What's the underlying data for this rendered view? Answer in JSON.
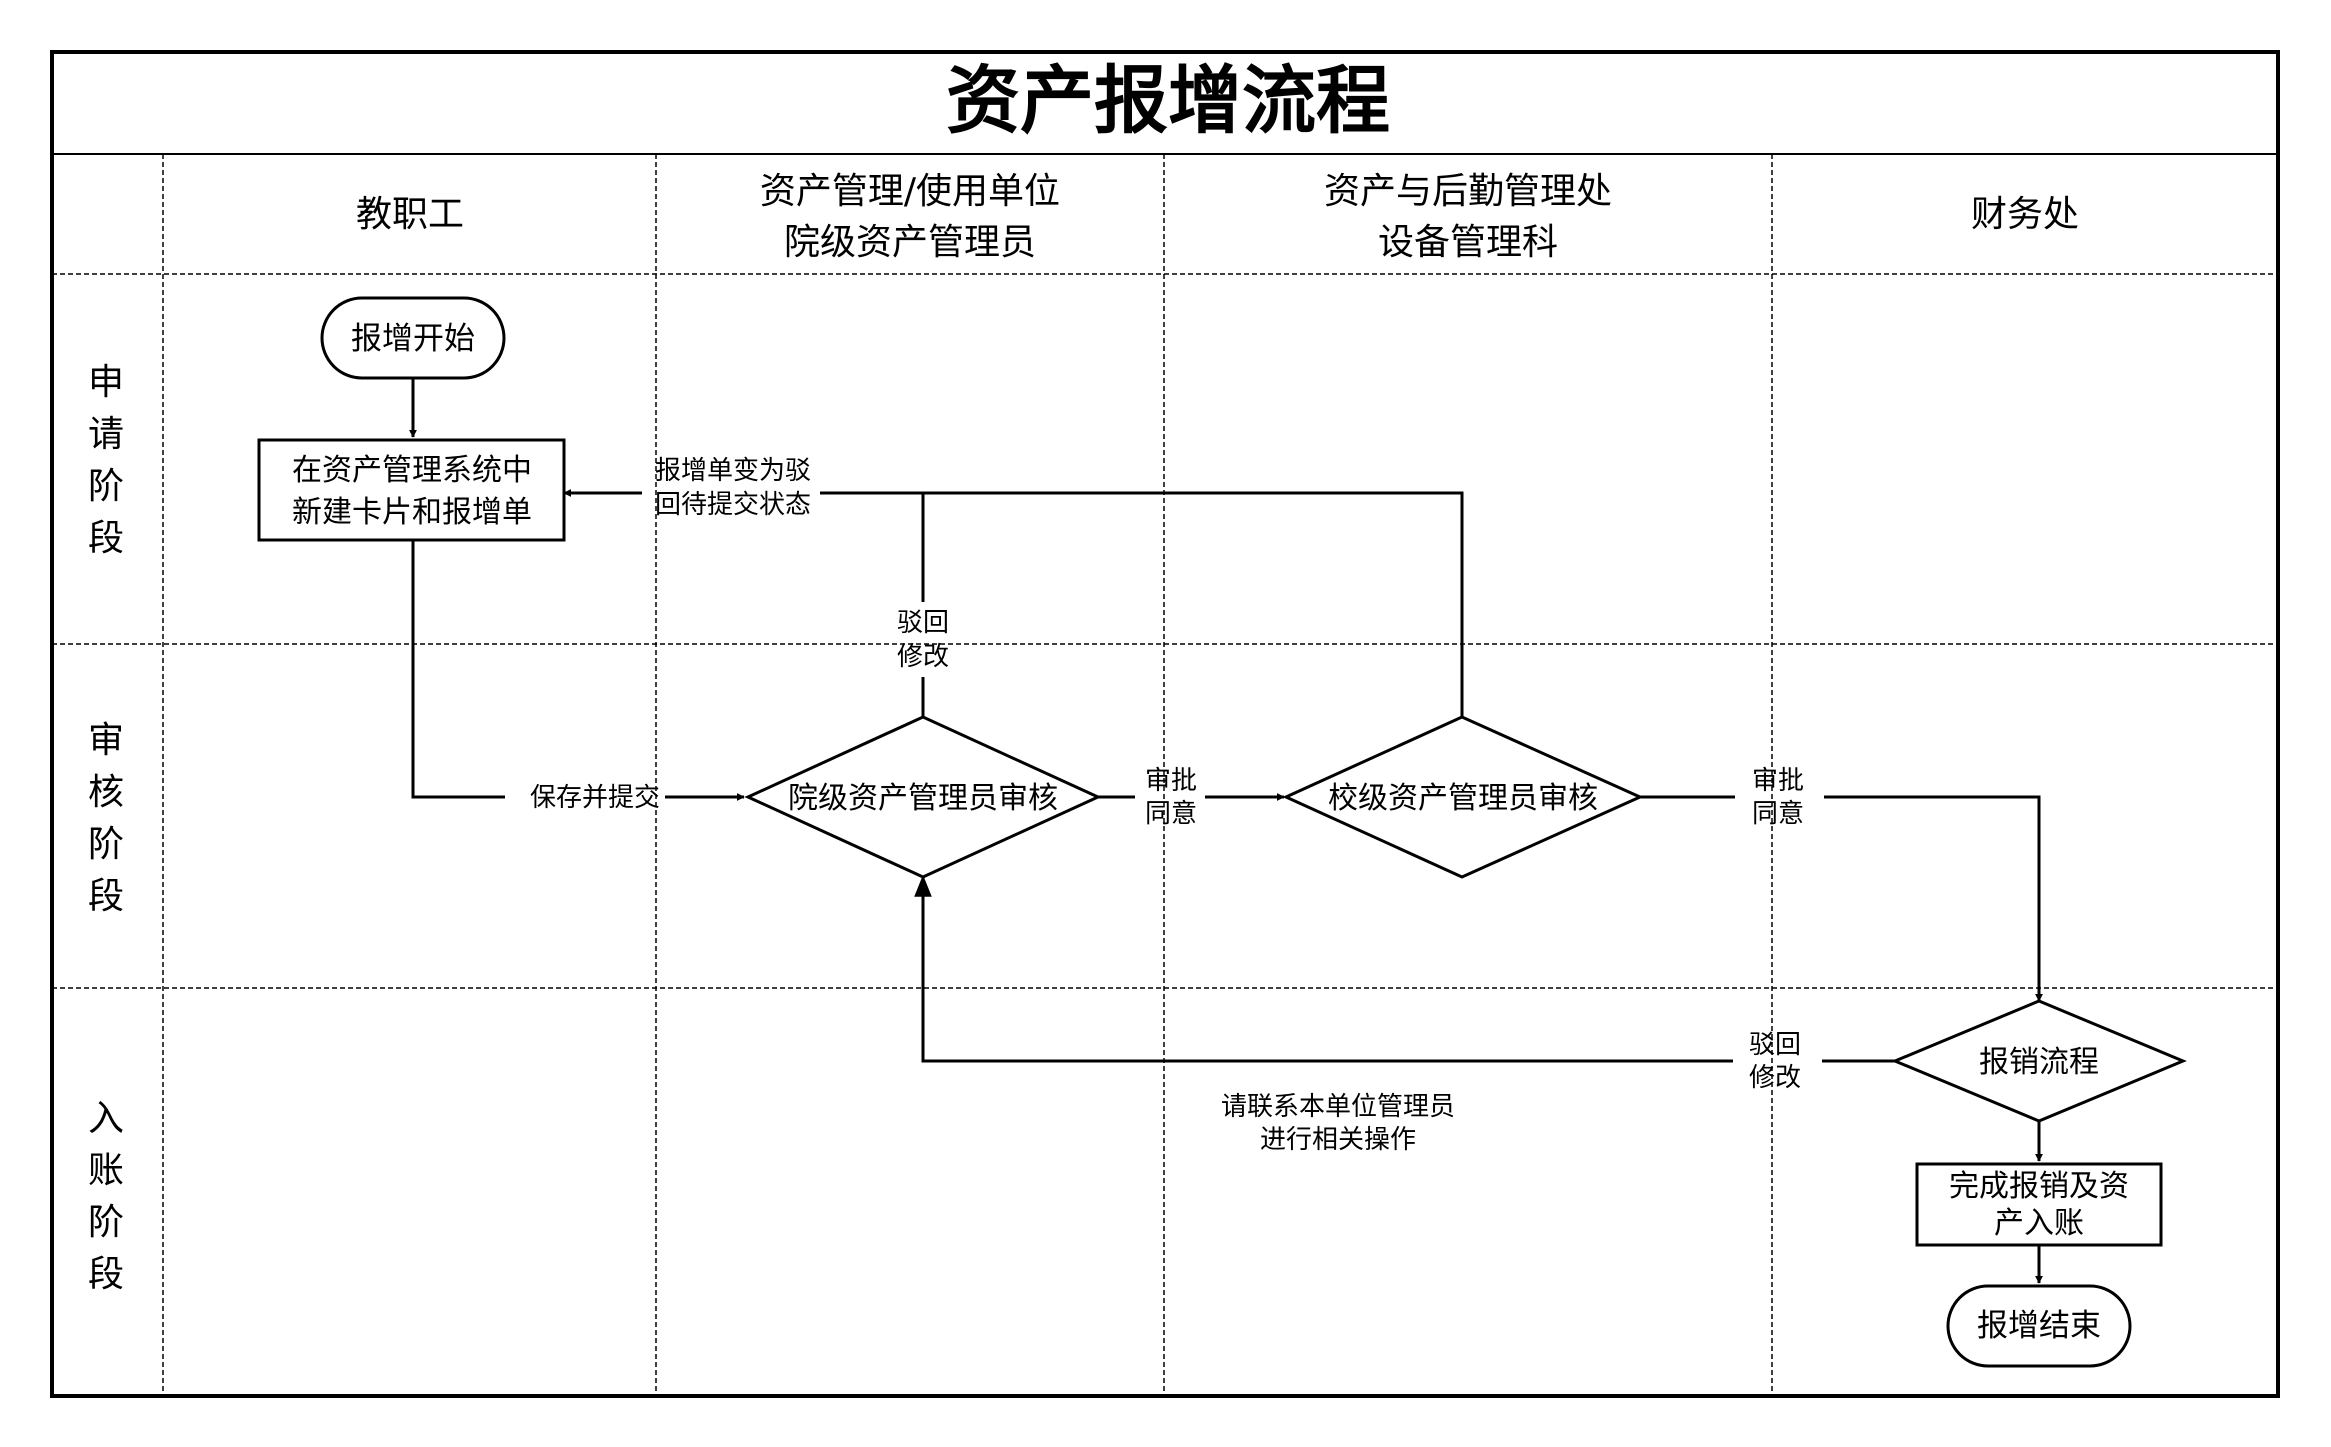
{
  "title": "资产报增流程",
  "lanes": {
    "col1": [
      "教职工"
    ],
    "col2": [
      "资产管理/使用单位",
      "院级资产管理员"
    ],
    "col3": [
      "资产与后勤管理处",
      "设备管理科"
    ],
    "col4": [
      "财务处"
    ]
  },
  "phases": {
    "apply": [
      "申",
      "请",
      "阶",
      "段"
    ],
    "review": [
      "审",
      "核",
      "阶",
      "段"
    ],
    "account": [
      "入",
      "账",
      "阶",
      "段"
    ]
  },
  "nodes": {
    "start": "报增开始",
    "create": [
      "在资产管理系统中",
      "新建卡片和报增单"
    ],
    "college_review": "院级资产管理员审核",
    "school_review": "校级资产管理员审核",
    "reimburse": "报销流程",
    "complete": [
      "完成报销及资",
      "产入账"
    ],
    "end": "报增结束"
  },
  "edge_labels": {
    "save_submit": "保存并提交",
    "reject_state": [
      "报增单变为驳",
      "回待提交状态"
    ],
    "reject_modify_1": [
      "驳回",
      "修改"
    ],
    "approve_1": [
      "审批",
      "同意"
    ],
    "approve_2": [
      "审批",
      "同意"
    ],
    "reject_modify_2": [
      "驳回",
      "修改"
    ],
    "contact_note": [
      "请联系本单位管理员",
      "进行相关操作"
    ]
  }
}
